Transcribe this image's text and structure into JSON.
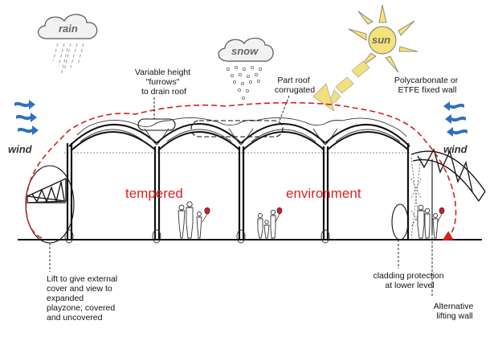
{
  "weather": {
    "rain": "rain",
    "snow": "snow",
    "sun": "sun"
  },
  "wind_label": "wind",
  "zones": {
    "left": "tempered",
    "right": "environment"
  },
  "annotations": {
    "furrows": [
      "Variable height",
      "\"furrows\"",
      "to drain roof"
    ],
    "roof": [
      "Part roof",
      "corrugated"
    ],
    "wall": [
      "Polycarbonate or",
      "ETFE fixed wall"
    ],
    "lift": [
      "Lift to give external",
      "cover and view to",
      "expanded",
      "playzone; covered",
      "and uncovered"
    ],
    "cladding": [
      "cladding protection",
      "at lower level"
    ],
    "alt_wall": [
      "Alternative",
      "lifting wall"
    ]
  },
  "colors": {
    "envelope": "#d42020",
    "wind_arrow": "#2f6fc0",
    "sun": "#f4e27a",
    "sun_arrow": "#f2e07a",
    "cloud": "#f2f2f2"
  }
}
